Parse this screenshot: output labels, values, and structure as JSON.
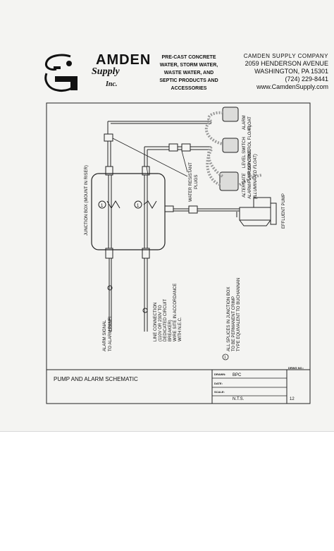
{
  "header": {
    "logo": {
      "camden": "AMDEN",
      "supply": "Supply",
      "inc": "Inc."
    },
    "products_lines": [
      "PRE-CAST CONCRETE",
      "WATER, STORM WATER,",
      "WASTE WATER, AND",
      "SEPTIC PRODUCTS AND",
      "ACCESSORIES"
    ],
    "company_lines": [
      "CAMDEN SUPPLY COMPANY",
      "2059 HENDERSON AVENUE",
      "WASHINGTON, PA 15301",
      "(724) 229-8441",
      "www.CamdenSupply.com"
    ]
  },
  "diagram": {
    "labels": {
      "junction_box": "JUNCTION BOX (MOUNT IN RISER)",
      "water_resistant_plugs_1": "WATER RESISTANT",
      "water_resistant_plugs_2": "PLUGS",
      "alarm_float_1": "ALARM",
      "alarm_float_2": "FLOAT",
      "level_switch_1": "LEVEL SWITCH",
      "level_switch_2": "(PUMP CONTROL FLOAT)",
      "alternate_1": "ALTERNATE",
      "alternate_2": "ALARM/PUMP CONTROL",
      "alternate_3": "(ILLUMINATED FLOAT)",
      "effluent_pump": "EFFLUENT PUMP",
      "alarm_signal_1": "ALARM SIGNAL",
      "alarm_signal_2": "TO ALARM PANEL",
      "line_connection_1": "LINE CONNECTION",
      "line_connection_2": "(110V OR 230V TO",
      "line_connection_3": "DEDICATED CIRCUIT",
      "line_connection_4": "BREAKER)",
      "line_connection_5": "WIRE SITE IN ACCORDANCE",
      "line_connection_6": "WITH N.E.C.",
      "splices_1": "ALL SPLICES IN JUNCTION BOX",
      "splices_2": "TO BE PERMANENT CRIMP",
      "splices_3": "TYPE EQUIVALENT TO BUCHANNAN",
      "note_marker": "1"
    },
    "title_block": {
      "title": "PUMP AND ALARM SCHEMATIC",
      "drawn_label": "DRAWN:",
      "drawn_value": "BPC",
      "date_label": "DATE:",
      "date_value": "",
      "scale_label": "SCALE:",
      "scale_value": "N.T.S.",
      "dwg_label": "DRWG NO.:",
      "dwg_value": "12"
    }
  }
}
